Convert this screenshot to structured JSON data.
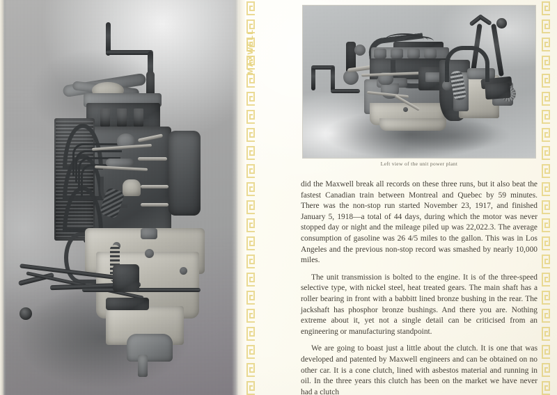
{
  "document": {
    "brand": "MAXWELL",
    "spine_label": "MAXWELL"
  },
  "left_page": {
    "photo_name": "front view of the Maxwell unit power plant",
    "photo_alt": "Black and white photograph of a Maxwell engine, front three-quarter view, shown rotated on the page"
  },
  "right_page": {
    "photo_alt": "Black and white photograph of the Maxwell unit power plant seen from the left side",
    "caption": "Left view of the unit power plant",
    "paragraphs": [
      "did the Maxwell break all records on these three runs, but it also beat the fastest Canadian train between Montreal and Quebec by 59 minutes. There was the non-stop run started November 23, 1917, and finished January 5, 1918—a total of 44 days, during which the motor was never stopped day or night and the mileage piled up was 22,022.3.   The average consumption of gasoline was 26 4/5 miles to the gallon.   This was in Los Angeles and the previous non-stop record was smashed by nearly 10,000 miles.",
      "The unit transmission is bolted to the engine.   It is of the three-speed selective type, with nickel steel, heat treated gears.    The main shaft has a roller bearing in front with a babbitt lined bronze bushing in the rear.   The jackshaft has phosphor bronze bushings.  And there you are.   Nothing extreme about it, yet not a single detail can be criticised from an engineering or manufacturing standpoint.",
      "We are going to boast just a little about the clutch.   It is one that was developed and patented by Maxwell engineers and can be obtained on no other car.   It is a cone clutch, lined with asbestos material and running in oil.   In the three years this clutch has been on the market we have never had a clutch"
    ]
  },
  "ornament": {
    "name": "greek-key-meander-border",
    "color": "#ead98f"
  },
  "colors": {
    "paper": "#fdfbf2",
    "ink": "#403c34",
    "caption_ink": "#6d6a5e",
    "ornament_gold": "#ead98f",
    "spine_gold": "#e6d482",
    "photo_gray": "#b0b3b4"
  }
}
